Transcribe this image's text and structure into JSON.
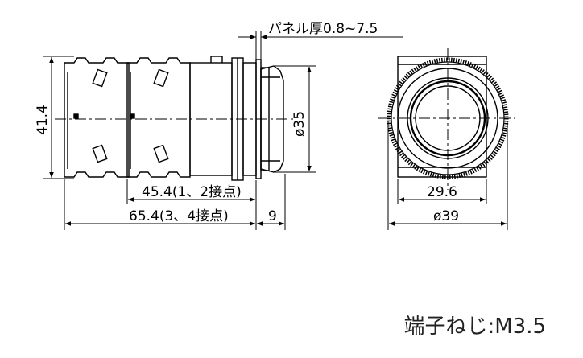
{
  "labels": {
    "panel_thickness": "パネル厚0.8~7.5",
    "height": "41.4",
    "diameter_bezel": "ø35",
    "length_12": "45.4(1、2接点)",
    "length_34": "65.4(3、4接点)",
    "bezel_depth": "9",
    "inner_width": "29.6",
    "outer_diameter": "ø39",
    "terminal_screw": "端子ねじ:M3.5"
  }
}
